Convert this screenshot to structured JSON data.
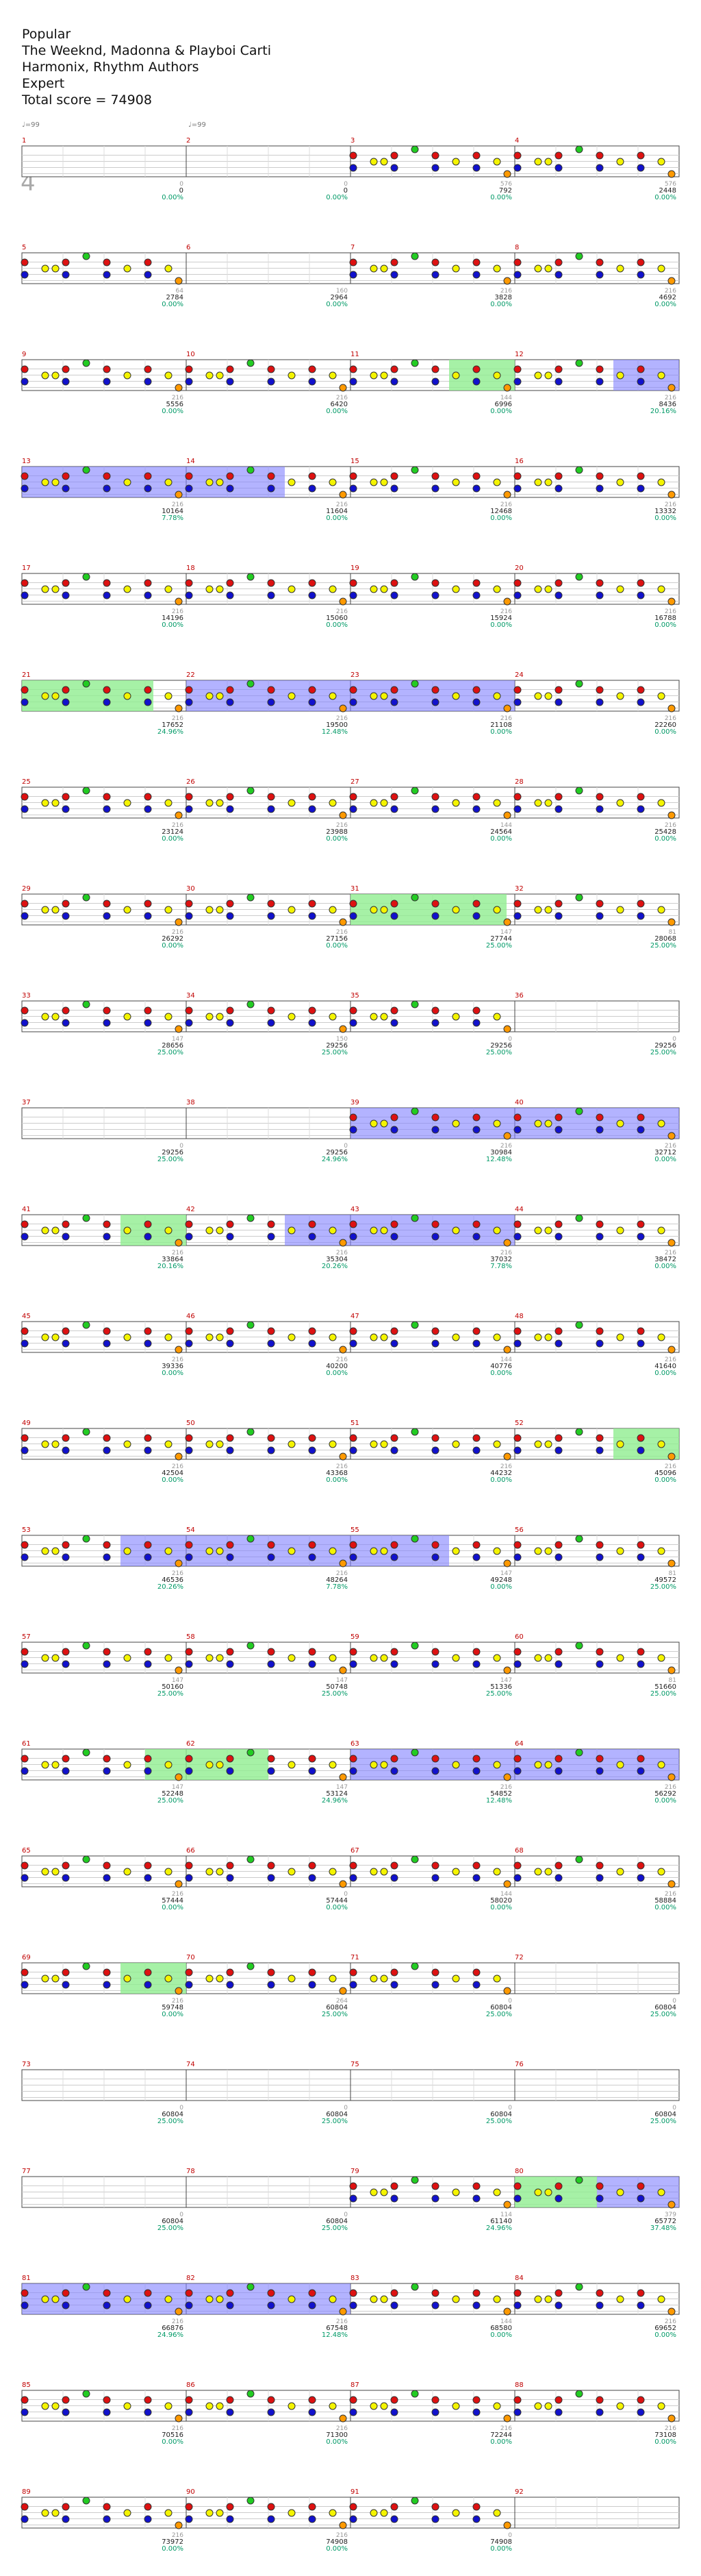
{
  "song": {
    "difficulty_section": "Popular",
    "title_line": "The Weeknd, Madonna & Playboi Carti",
    "charter_line": "Harmonix, Rhythm Authors",
    "difficulty": "Expert",
    "total_score": "Total score = 74908"
  },
  "tempo_markers": [
    "♩=99",
    "♩=99"
  ],
  "time_signature": [
    "4",
    "4"
  ],
  "colors": {
    "green": "#22cc22",
    "red": "#dd1111",
    "yellow": "#f4f400",
    "blue": "#1111cc",
    "orange": "#ff9900",
    "overdrive": "#8080ff",
    "solo": "#90ee90",
    "measure_number": "#c00000",
    "percent": "#009966"
  },
  "measures": [
    {
      "n": 1,
      "ticks": "",
      "score": "",
      "pct": ""
    },
    {
      "n": 2,
      "ticks": "0",
      "score": "0",
      "pct": "0.00%"
    },
    {
      "n": 3,
      "ticks": "0",
      "score": "0",
      "pct": "0.00%"
    },
    {
      "n": 4,
      "ticks": "576",
      "score": "792",
      "pct": "0.00%"
    },
    {
      "n": 5,
      "ticks": "576",
      "score": "2448",
      "pct": "0.00%"
    },
    {
      "n": 6,
      "ticks": "64",
      "score": "2784",
      "pct": "0.00%"
    },
    {
      "n": 7,
      "ticks": "160",
      "score": "2964",
      "pct": "0.00%"
    },
    {
      "n": 8,
      "ticks": "216",
      "score": "3828",
      "pct": "0.00%"
    },
    {
      "n": 9,
      "ticks": "216",
      "score": "4692",
      "pct": "0.00%"
    },
    {
      "n": 10,
      "ticks": "216",
      "score": "5556",
      "pct": "0.00%"
    },
    {
      "n": 11,
      "ticks": "216",
      "score": "6420",
      "pct": "0.00%"
    },
    {
      "n": 12,
      "ticks": "144",
      "score": "6996",
      "pct": "0.00%"
    },
    {
      "n": 13,
      "ticks": "216",
      "score": "8436",
      "pct": "20.16%"
    },
    {
      "n": 14,
      "ticks": "216",
      "score": "10164",
      "pct": "7.78%"
    },
    {
      "n": 15,
      "ticks": "216",
      "score": "11604",
      "pct": "0.00%"
    },
    {
      "n": 16,
      "ticks": "216",
      "score": "12468",
      "pct": "0.00%"
    },
    {
      "n": 17,
      "ticks": "216",
      "score": "13332",
      "pct": "0.00%"
    },
    {
      "n": 18,
      "ticks": "216",
      "score": "14196",
      "pct": "0.00%"
    },
    {
      "n": 19,
      "ticks": "216",
      "score": "15060",
      "pct": "0.00%"
    },
    {
      "n": 20,
      "ticks": "216",
      "score": "15924",
      "pct": "0.00%"
    },
    {
      "n": 21,
      "ticks": "216",
      "score": "16788",
      "pct": "0.00%"
    },
    {
      "n": 22,
      "ticks": "216",
      "score": "17652",
      "pct": "24.96%"
    },
    {
      "n": 23,
      "ticks": "216",
      "score": "19500",
      "pct": "12.48%"
    },
    {
      "n": 24,
      "ticks": "216",
      "score": "21108",
      "pct": "0.00%"
    },
    {
      "n": 25,
      "ticks": "216",
      "score": "22260",
      "pct": "0.00%"
    },
    {
      "n": 26,
      "ticks": "216",
      "score": "23124",
      "pct": "0.00%"
    },
    {
      "n": 27,
      "ticks": "216",
      "score": "23988",
      "pct": "0.00%"
    },
    {
      "n": 28,
      "ticks": "144",
      "score": "24564",
      "pct": "0.00%"
    },
    {
      "n": 29,
      "ticks": "216",
      "score": "25428",
      "pct": "0.00%"
    },
    {
      "n": 30,
      "ticks": "216",
      "score": "26292",
      "pct": "0.00%"
    },
    {
      "n": 31,
      "ticks": "216",
      "score": "27156",
      "pct": "0.00%"
    },
    {
      "n": 32,
      "ticks": "147",
      "score": "27744",
      "pct": "25.00%"
    },
    {
      "n": 33,
      "ticks": "81",
      "score": "28068",
      "pct": "25.00%"
    },
    {
      "n": 34,
      "ticks": "147",
      "score": "28656",
      "pct": "25.00%"
    },
    {
      "n": 35,
      "ticks": "150",
      "score": "29256",
      "pct": "25.00%"
    },
    {
      "n": 36,
      "ticks": "0",
      "score": "29256",
      "pct": "25.00%"
    },
    {
      "n": 37,
      "ticks": "0",
      "score": "29256",
      "pct": "25.00%"
    },
    {
      "n": 38,
      "ticks": "0",
      "score": "29256",
      "pct": "25.00%"
    },
    {
      "n": 39,
      "ticks": "0",
      "score": "29256",
      "pct": "24.96%"
    },
    {
      "n": 40,
      "ticks": "216",
      "score": "30984",
      "pct": "12.48%"
    },
    {
      "n": 41,
      "ticks": "216",
      "score": "32712",
      "pct": "0.00%"
    },
    {
      "n": 42,
      "ticks": "216",
      "score": "33864",
      "pct": "20.16%"
    },
    {
      "n": 43,
      "ticks": "216",
      "score": "35304",
      "pct": "20.26%"
    },
    {
      "n": 44,
      "ticks": "216",
      "score": "37032",
      "pct": "7.78%"
    },
    {
      "n": 45,
      "ticks": "216",
      "score": "38472",
      "pct": "0.00%"
    },
    {
      "n": 46,
      "ticks": "216",
      "score": "39336",
      "pct": "0.00%"
    },
    {
      "n": 47,
      "ticks": "216",
      "score": "40200",
      "pct": "0.00%"
    },
    {
      "n": 48,
      "ticks": "144",
      "score": "40776",
      "pct": "0.00%"
    },
    {
      "n": 49,
      "ticks": "216",
      "score": "41640",
      "pct": "0.00%"
    },
    {
      "n": 50,
      "ticks": "216",
      "score": "42504",
      "pct": "0.00%"
    },
    {
      "n": 51,
      "ticks": "216",
      "score": "43368",
      "pct": "0.00%"
    },
    {
      "n": 52,
      "ticks": "216",
      "score": "44232",
      "pct": "0.00%"
    },
    {
      "n": 53,
      "ticks": "216",
      "score": "45096",
      "pct": "0.00%"
    },
    {
      "n": 54,
      "ticks": "216",
      "score": "46536",
      "pct": "20.26%"
    },
    {
      "n": 55,
      "ticks": "216",
      "score": "48264",
      "pct": "7.78%"
    },
    {
      "n": 56,
      "ticks": "147",
      "score": "49248",
      "pct": "0.00%"
    },
    {
      "n": 57,
      "ticks": "81",
      "score": "49572",
      "pct": "25.00%"
    },
    {
      "n": 58,
      "ticks": "147",
      "score": "50160",
      "pct": "25.00%"
    },
    {
      "n": 59,
      "ticks": "147",
      "score": "50748",
      "pct": "25.00%"
    },
    {
      "n": 60,
      "ticks": "147",
      "score": "51336",
      "pct": "25.00%"
    },
    {
      "n": 61,
      "ticks": "81",
      "score": "51660",
      "pct": "25.00%"
    },
    {
      "n": 62,
      "ticks": "147",
      "score": "52248",
      "pct": "25.00%"
    },
    {
      "n": 63,
      "ticks": "147",
      "score": "53124",
      "pct": "24.96%"
    },
    {
      "n": 64,
      "ticks": "216",
      "score": "54852",
      "pct": "12.48%"
    },
    {
      "n": 65,
      "ticks": "216",
      "score": "56292",
      "pct": "0.00%"
    },
    {
      "n": 66,
      "ticks": "216",
      "score": "57444",
      "pct": "0.00%"
    },
    {
      "n": 67,
      "ticks": "0",
      "score": "57444",
      "pct": "0.00%"
    },
    {
      "n": 68,
      "ticks": "144",
      "score": "58020",
      "pct": "0.00%"
    },
    {
      "n": 69,
      "ticks": "216",
      "score": "58884",
      "pct": "0.00%"
    },
    {
      "n": 70,
      "ticks": "216",
      "score": "59748",
      "pct": "0.00%"
    },
    {
      "n": 71,
      "ticks": "264",
      "score": "60804",
      "pct": "25.00%"
    },
    {
      "n": 72,
      "ticks": "0",
      "score": "60804",
      "pct": "25.00%"
    },
    {
      "n": 73,
      "ticks": "0",
      "score": "60804",
      "pct": "25.00%"
    },
    {
      "n": 74,
      "ticks": "0",
      "score": "60804",
      "pct": "25.00%"
    },
    {
      "n": 75,
      "ticks": "0",
      "score": "60804",
      "pct": "25.00%"
    },
    {
      "n": 76,
      "ticks": "0",
      "score": "60804",
      "pct": "25.00%"
    },
    {
      "n": 77,
      "ticks": "0",
      "score": "60804",
      "pct": "25.00%"
    },
    {
      "n": 78,
      "ticks": "0",
      "score": "60804",
      "pct": "25.00%"
    },
    {
      "n": 79,
      "ticks": "0",
      "score": "60804",
      "pct": "25.00%"
    },
    {
      "n": 80,
      "ticks": "114",
      "score": "61140",
      "pct": "24.96%"
    },
    {
      "n": 81,
      "ticks": "379",
      "score": "65772",
      "pct": "37.48%"
    },
    {
      "n": 82,
      "ticks": "216",
      "score": "66876",
      "pct": "24.96%"
    },
    {
      "n": 83,
      "ticks": "216",
      "score": "67548",
      "pct": "12.48%"
    },
    {
      "n": 84,
      "ticks": "144",
      "score": "68580",
      "pct": "0.00%"
    },
    {
      "n": 85,
      "ticks": "216",
      "score": "69652",
      "pct": "0.00%"
    },
    {
      "n": 86,
      "ticks": "216",
      "score": "70516",
      "pct": "0.00%"
    },
    {
      "n": 87,
      "ticks": "216",
      "score": "71300",
      "pct": "0.00%"
    },
    {
      "n": 88,
      "ticks": "216",
      "score": "72244",
      "pct": "0.00%"
    },
    {
      "n": 89,
      "ticks": "216",
      "score": "73108",
      "pct": "0.00%"
    },
    {
      "n": 90,
      "ticks": "216",
      "score": "73972",
      "pct": "0.00%"
    },
    {
      "n": 91,
      "ticks": "216",
      "score": "74908",
      "pct": "0.00%"
    },
    {
      "n": 92,
      "ticks": "0",
      "score": "74908",
      "pct": "0.00%"
    }
  ],
  "od_phrases": [
    {
      "from": 12.6,
      "to": 13
    },
    {
      "from": 13,
      "to": 14.6
    },
    {
      "from": 22,
      "to": 24
    },
    {
      "from": 39,
      "to": 41
    },
    {
      "from": 42.6,
      "to": 44
    },
    {
      "from": 53.6,
      "to": 55.6
    },
    {
      "from": 63,
      "to": 65
    },
    {
      "from": 80.5,
      "to": 81
    },
    {
      "from": 81,
      "to": 83
    }
  ],
  "solo_sections": [
    {
      "from": 11.6,
      "to": 12
    },
    {
      "from": 21,
      "to": 21.8
    },
    {
      "from": 31,
      "to": 31.95
    },
    {
      "from": 41.6,
      "to": 42
    },
    {
      "from": 52.6,
      "to": 53
    },
    {
      "from": 61.75,
      "to": 62.5
    },
    {
      "from": 69.6,
      "to": 70
    },
    {
      "from": 80,
      "to": 80.5
    }
  ]
}
